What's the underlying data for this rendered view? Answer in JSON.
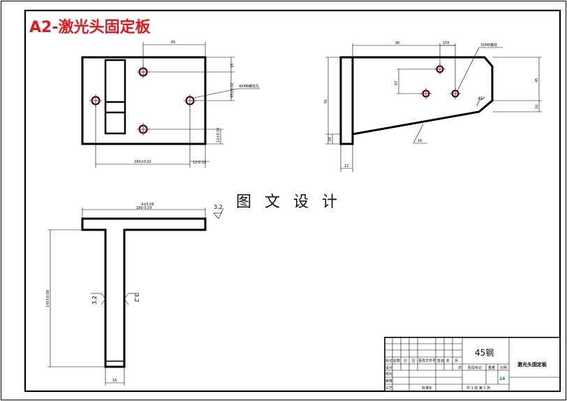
{
  "title": "A2-激光头固定板",
  "watermark": "图 文 设 计",
  "colors": {
    "title": "#e8141b",
    "hole_center": "#e8141b",
    "line": "#000000",
    "quantity": "#0a8a0a"
  },
  "view1": {
    "dim_top": "65",
    "dim_right_top": "15",
    "dim_right_mid": "45±0.02",
    "dim_right_low": "12±0.02",
    "dim_bottom": "180±0.02",
    "dim_corner": "12-0.02",
    "callout": "4XM8螺纹孔"
  },
  "view2": {
    "dim_top_long": "96",
    "dim_top_short": "155",
    "dim_left": "91",
    "dim_inner": "67",
    "dim_bottom_left": "34",
    "dim_bottom_width": "12",
    "dim_right_top": "45",
    "dim_right_bottom": "16",
    "dim_angle": "45°",
    "dim_radius": "16",
    "callout": "3XM6螺纹"
  },
  "view3": {
    "dim_top_1": "4±0.08",
    "dim_top_2": "180-0.03",
    "dim_left": "145±0.08",
    "dim_bottom": "16",
    "rough_top": "3.2",
    "rough_left": "3.2",
    "rough_right": "3.2"
  },
  "title_block": {
    "material": "45钢",
    "part_name": "激光头固定板",
    "header_cells": [
      "标记",
      "处数",
      "分",
      "区",
      "更改文件号",
      "签名",
      "年",
      "月",
      "日"
    ],
    "row_labels": [
      "设计",
      "校对",
      "审核",
      "工艺"
    ],
    "std_label": "标准化",
    "stage_label": "阶段标记",
    "weight_label": "重量",
    "scale_label": "比例",
    "quantity": "14",
    "sheet_text": "共 1 张 第 1 张"
  }
}
